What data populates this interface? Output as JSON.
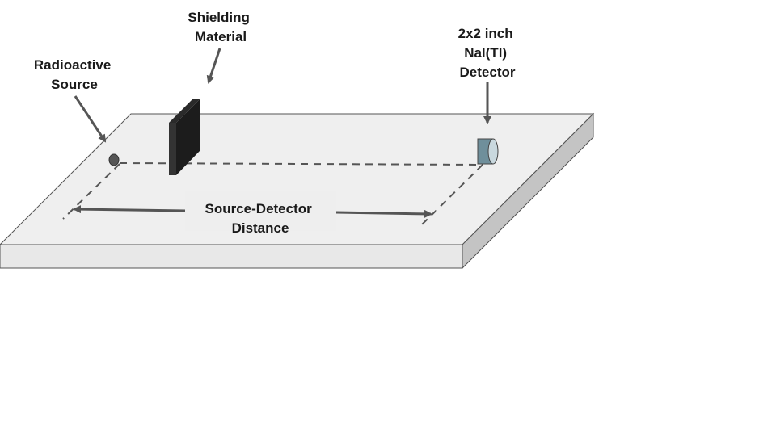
{
  "labels": {
    "source": [
      "Radioactive",
      "Source"
    ],
    "shielding": [
      "Shielding",
      "Material"
    ],
    "detector": [
      "2x2 inch",
      "NaI(Tl)",
      "Detector"
    ],
    "distance": [
      "Source-Detector",
      "Distance"
    ]
  },
  "colors": {
    "table_top": "#efefef",
    "table_front": "#e8e8e8",
    "table_side": "#c4c4c4",
    "shield_face": "#1c1c1c",
    "shield_edge": "#333333",
    "source_dot": "#555555",
    "detector_body": "#6f8f9b",
    "detector_face": "#c9d8de",
    "arrow": "#555555"
  }
}
